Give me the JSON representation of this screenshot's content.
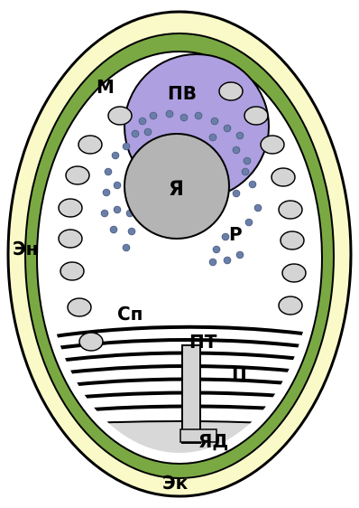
{
  "labels": {
    "m": "М",
    "pv": "ПВ",
    "ya": "Я",
    "r": "Р",
    "en": "Эн",
    "sp": "Сп",
    "pt": "ПТ",
    "p": "П",
    "yad": "ЯД",
    "ek": "Эк"
  },
  "colors": {
    "ectoderm": "#fafac8",
    "endoderm": "#7aa944",
    "cytoplasm": "#ffffff",
    "vacuole": "#ad9fe0",
    "nucleus": "#b4b4b4",
    "mitochondria": "#d4d4d4",
    "ribosomes": "#6a7fa8",
    "outline": "#000000"
  }
}
